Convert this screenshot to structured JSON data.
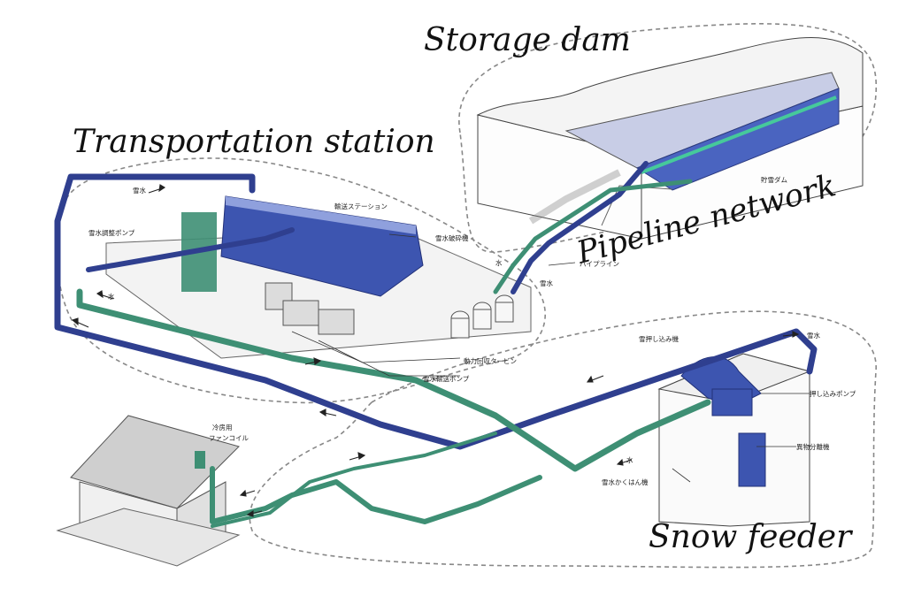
{
  "sections": {
    "storage_dam": "Storage dam",
    "transportation_station": "Transportation station",
    "pipeline_network": "Pipeline network",
    "snow_feeder": "Snow feeder"
  },
  "labels": {
    "snow_water_top": "雪水",
    "transport_station": "輸送ステーション",
    "snow_water_adjust_pump": "雪水調整ポンプ",
    "snow_water_crusher": "雪水破砕機",
    "water_left": "水",
    "water_mid": "水",
    "snow_water_mid": "雪水",
    "pipeline": "パイプライン",
    "storage_dam_jp": "貯雪ダム",
    "power_turbine": "動力回収タービン",
    "snow_transport_pump": "雪水輸送ポンプ",
    "snow_push_machine": "雪押し込み機",
    "snow_water_right": "雪水",
    "push_pump": "押し込みポンプ",
    "separator": "異物分離機",
    "stirrer": "雪水かくはん機",
    "water_feeder": "水",
    "fan_coil_line1": "冷房用",
    "fan_coil_line2": "ファンコイル"
  },
  "colors": {
    "blue_pipe": "#2f3f8f",
    "green_pipe": "#3e8f74",
    "blue_body": "#3d55b0",
    "outline": "#888888"
  }
}
